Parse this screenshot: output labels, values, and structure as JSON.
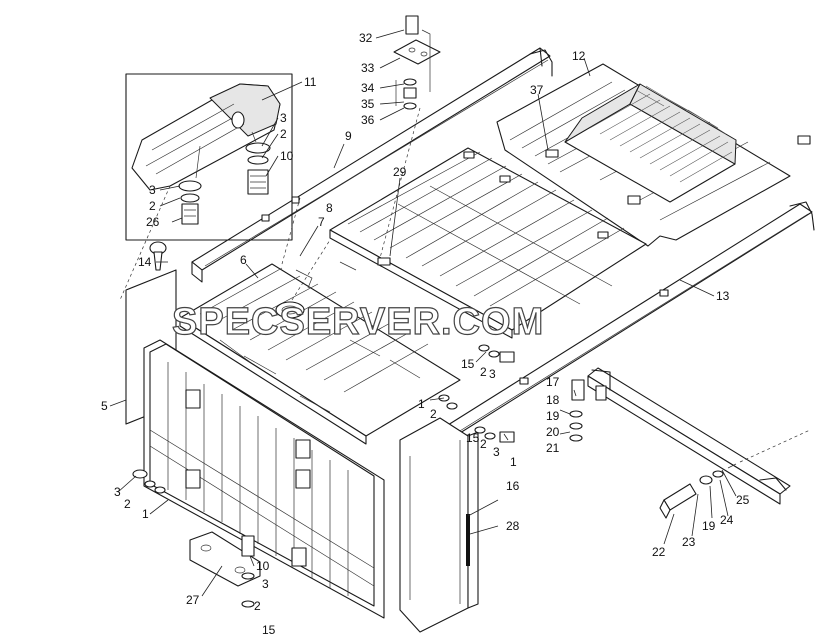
{
  "watermark": "SPECSERVER.COM",
  "callouts": [
    {
      "id": "c32",
      "label": "32"
    },
    {
      "id": "c33",
      "label": "33"
    },
    {
      "id": "c34",
      "label": "34"
    },
    {
      "id": "c35",
      "label": "35"
    },
    {
      "id": "c36",
      "label": "36"
    },
    {
      "id": "c12",
      "label": "12"
    },
    {
      "id": "c37",
      "label": "37"
    },
    {
      "id": "c11",
      "label": "11"
    },
    {
      "id": "c3a",
      "label": "3"
    },
    {
      "id": "c2a",
      "label": "2"
    },
    {
      "id": "c10a",
      "label": "10"
    },
    {
      "id": "c3b",
      "label": "3"
    },
    {
      "id": "c2b",
      "label": "2"
    },
    {
      "id": "c26",
      "label": "26"
    },
    {
      "id": "c9",
      "label": "9"
    },
    {
      "id": "c29",
      "label": "29"
    },
    {
      "id": "c8",
      "label": "8"
    },
    {
      "id": "c7",
      "label": "7"
    },
    {
      "id": "c14",
      "label": "14"
    },
    {
      "id": "c6",
      "label": "6"
    },
    {
      "id": "c13",
      "label": "13"
    },
    {
      "id": "c5",
      "label": "5"
    },
    {
      "id": "c15a",
      "label": "15"
    },
    {
      "id": "c2c",
      "label": "2"
    },
    {
      "id": "c3c",
      "label": "3"
    },
    {
      "id": "c1a",
      "label": "1"
    },
    {
      "id": "c2d",
      "label": "2"
    },
    {
      "id": "c15b",
      "label": "15"
    },
    {
      "id": "c2e",
      "label": "2"
    },
    {
      "id": "c3d",
      "label": "3"
    },
    {
      "id": "c1b",
      "label": "1"
    },
    {
      "id": "c17",
      "label": "17"
    },
    {
      "id": "c18",
      "label": "18"
    },
    {
      "id": "c19",
      "label": "19"
    },
    {
      "id": "c20",
      "label": "20"
    },
    {
      "id": "c21",
      "label": "21"
    },
    {
      "id": "c3e",
      "label": "3"
    },
    {
      "id": "c2f",
      "label": "2"
    },
    {
      "id": "c1c",
      "label": "1"
    },
    {
      "id": "c16",
      "label": "16"
    },
    {
      "id": "c28",
      "label": "28"
    },
    {
      "id": "c25",
      "label": "25"
    },
    {
      "id": "c24",
      "label": "24"
    },
    {
      "id": "c19b",
      "label": "19"
    },
    {
      "id": "c23",
      "label": "23"
    },
    {
      "id": "c22",
      "label": "22"
    },
    {
      "id": "c10b",
      "label": "10"
    },
    {
      "id": "c3f",
      "label": "3"
    },
    {
      "id": "c2g",
      "label": "2"
    },
    {
      "id": "c15c",
      "label": "15"
    },
    {
      "id": "c27",
      "label": "27"
    }
  ]
}
